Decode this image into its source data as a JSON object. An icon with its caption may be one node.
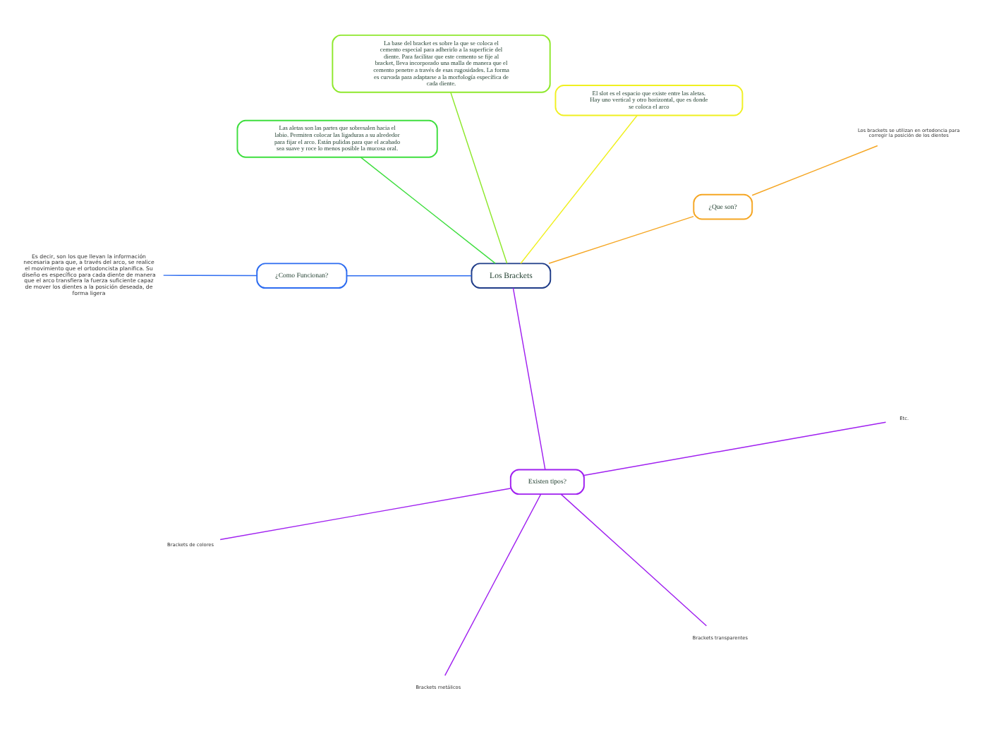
{
  "diagram": {
    "nodes": [
      {
        "text": [
          "Los Brackets"
        ]
      },
      {
        "text": [
          "¿Que son?"
        ]
      },
      {
        "text": [
          "Los brackets se utilizan en ortodoncia para corregir la posición de los dientes"
        ]
      },
      {
        "text": [
          "El slot es el espacio que existe entre las aletas. Hay uno vertical y otro horizontal, que es donde se coloca el arco"
        ]
      },
      {
        "text": [
          "La base del bracket es sobre la que se coloca el cemento especial para adherirlo a la superficie del diente. Para facilitar que este cemento se fije al bracket, lleva incorporado una malla de manera que el cemento penetre a través de esas rugosidades. La forma es curvada para adaptarse a la morfología específica de cada diente."
        ]
      },
      {
        "text": [
          "Las aletas son las partes que sobresalen hacia el labio. Permiten colocar las ligaduras a su alrededor para fijar el arco. Están pulidas para que el acabado sea suave y roce lo menos posible la mucosa oral."
        ]
      },
      {
        "text": [
          "¿Como Funcionan?"
        ]
      },
      {
        "text": [
          "Es decir, son los que llevan la información necesaria para que, a través del arco, se realice el movimiento que el ortodoncista planifica. Su diseño es específico para cada diente de manera que el arco transfiera la fuerza suficiente capaz de mover los dientes a la posición deseada, de forma ligera"
        ]
      },
      {
        "text": [
          "Existen tipos?"
        ]
      },
      {
        "text": [
          "Brackets de colores"
        ]
      },
      {
        "text": [
          "Brackets metálicos"
        ]
      },
      {
        "text": [
          "Brackets transparentes"
        ]
      },
      {
        "text": [
          "Etc."
        ]
      }
    ],
    "edges": [
      {
        "from": 0,
        "to": 1,
        "arrow": "none",
        "color": "#f5a623"
      },
      {
        "from": 1,
        "to": 2,
        "arrow": "none",
        "color": "#f5a623"
      },
      {
        "from": 0,
        "to": 3,
        "arrow": "none",
        "color": "#f0f020"
      },
      {
        "from": 0,
        "to": 4,
        "arrow": "none",
        "color": "#8ee82c"
      },
      {
        "from": 0,
        "to": 5,
        "arrow": "none",
        "color": "#3ede3e"
      },
      {
        "from": 0,
        "to": 6,
        "arrow": "none",
        "color": "#2d6cf0"
      },
      {
        "from": 6,
        "to": 7,
        "arrow": "none",
        "color": "#2d6cf0"
      },
      {
        "from": 0,
        "to": 8,
        "arrow": "none"
      },
      {
        "from": 8,
        "to": 9,
        "arrow": "none"
      },
      {
        "from": 8,
        "to": 10,
        "arrow": "none"
      },
      {
        "from": 8,
        "to": 11,
        "arrow": "none"
      },
      {
        "from": 8,
        "to": 12,
        "arrow": "none"
      }
    ]
  }
}
